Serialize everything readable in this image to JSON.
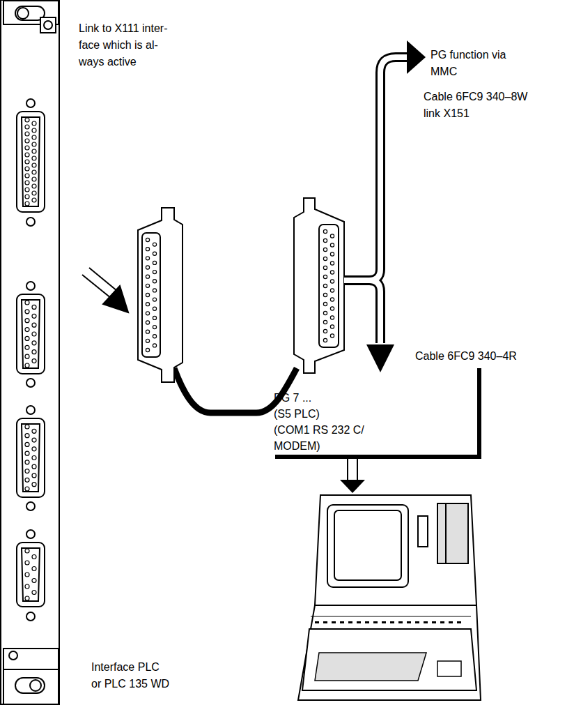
{
  "diagram": {
    "labels": [
      "Link to X111 inter-",
      "face which is al-",
      "ways active",
      "PG function via",
      "MMC",
      "Cable 6FC9 340–8W",
      "link X151",
      "Cable 6FC9 340–4R",
      "PG 7 ...",
      "(S5 PLC)",
      "(COM1 RS 232 C/",
      "MODEM)",
      "Interface PLC",
      "or PLC 135 WD"
    ]
  }
}
